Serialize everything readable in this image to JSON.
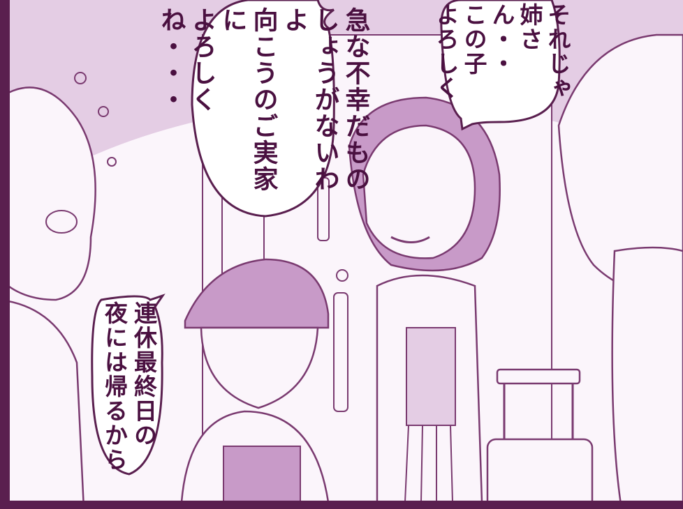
{
  "bubbles": {
    "center": {
      "line1": "急な不幸だもの",
      "line2": "しょうがないわよ",
      "line3": "向こうのご実家に",
      "line4": "よろしくね・・・"
    },
    "top_right": {
      "line1": "それじゃ",
      "line2": "姉さん・・",
      "line3": "この子",
      "line4": "よろしく"
    },
    "bottom_left": {
      "line1": "連休最終日の",
      "line2": "夜には帰るから"
    }
  },
  "colors": {
    "border": "#5a1f4f",
    "ink": "#4a1040",
    "tone": "#dcc0dc",
    "tone_dark": "#c89ac8",
    "paper": "#fdf8fc"
  }
}
